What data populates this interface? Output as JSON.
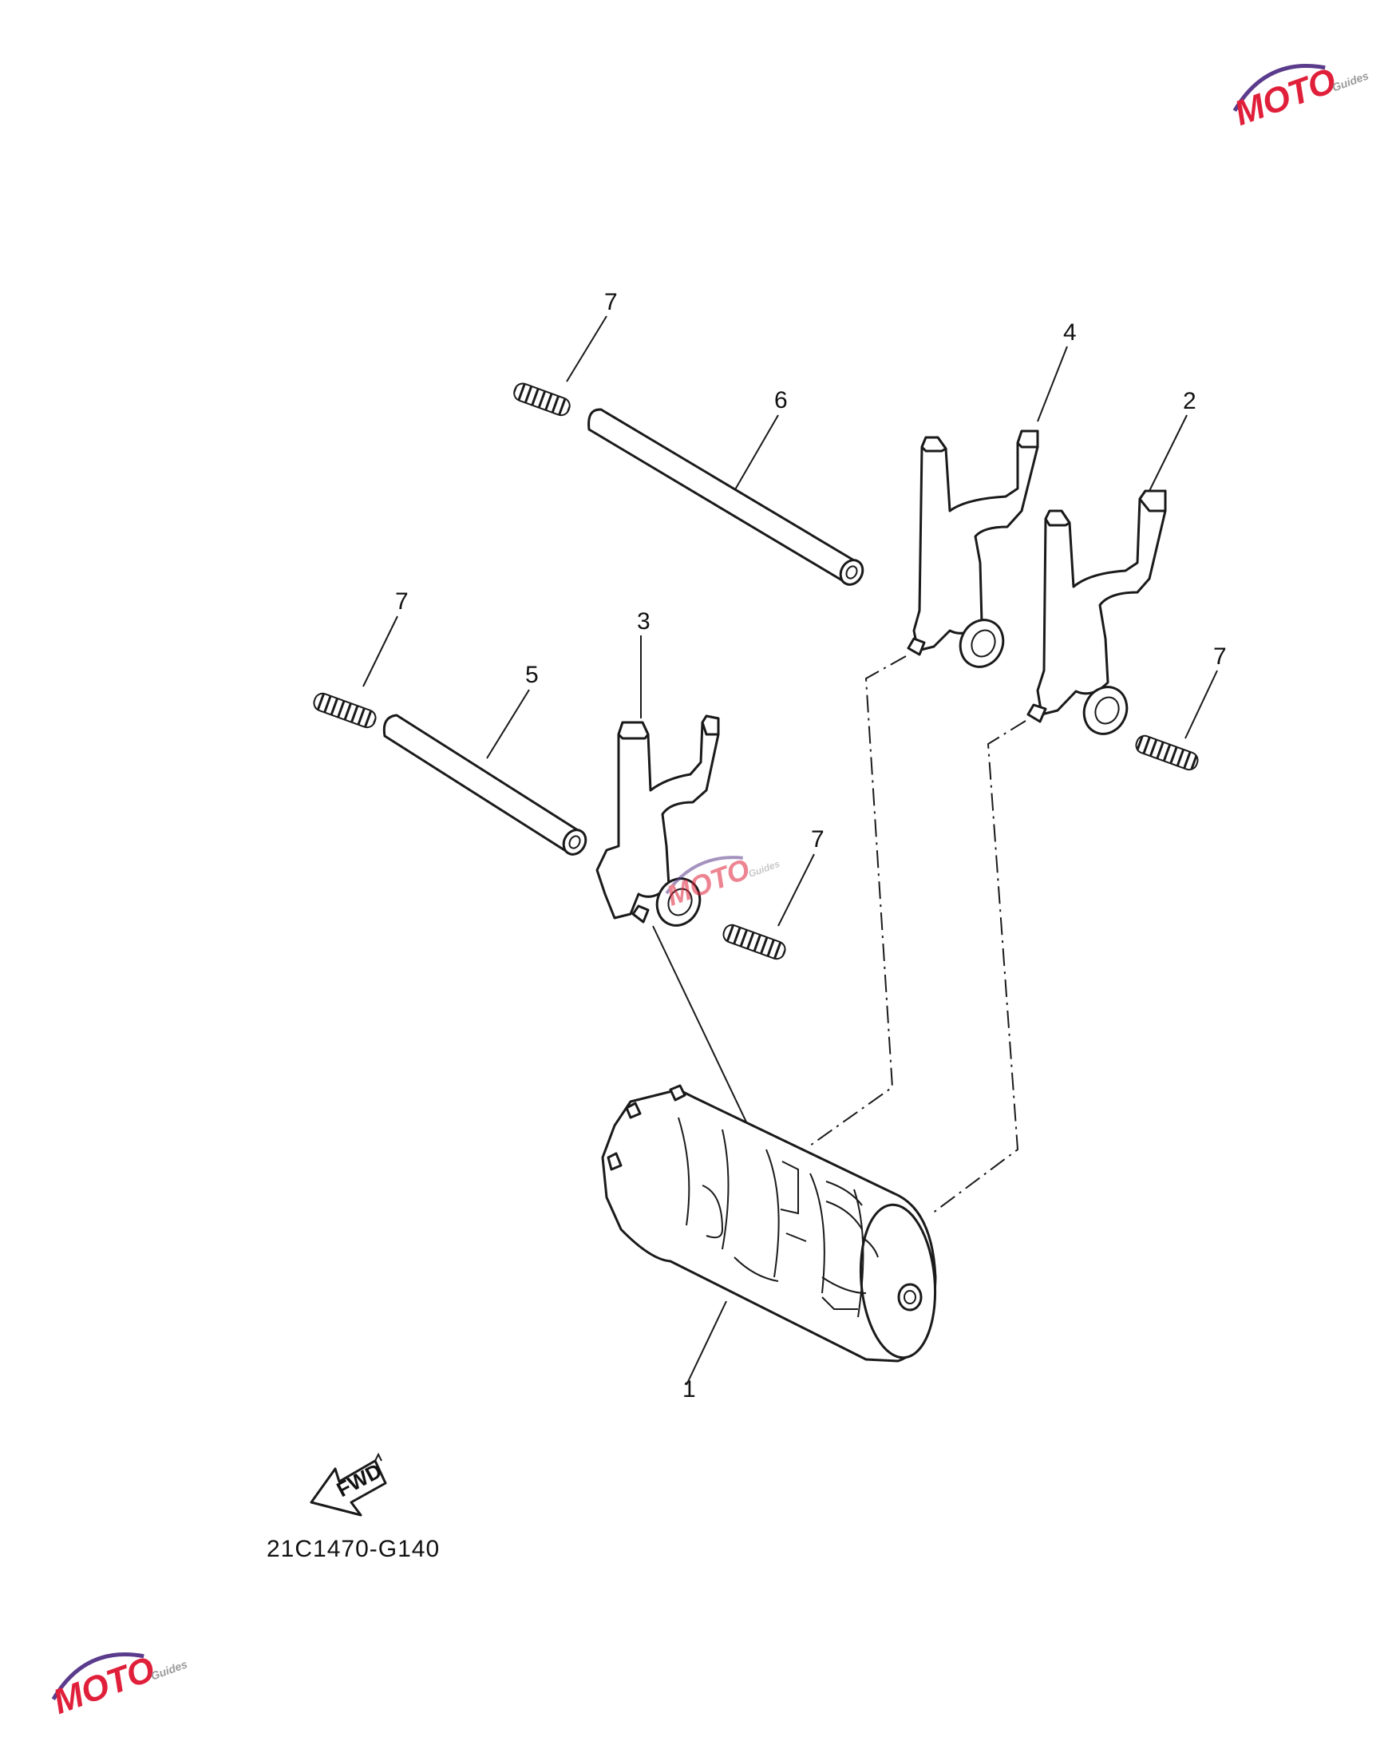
{
  "diagram": {
    "code": "21C1470-G140",
    "direction_label": "FWD",
    "callouts": {
      "c1": "1",
      "c2": "2",
      "c3": "3",
      "c4": "4",
      "c5": "5",
      "c6": "6",
      "c7a": "7",
      "c7b": "7",
      "c7c": "7",
      "c7d": "7"
    }
  },
  "watermark": {
    "brand": "MOTO",
    "tagline": "Guides",
    "colors": {
      "red": "#e0203a",
      "purple": "#5a3b8c",
      "gray": "#9a9a9a"
    }
  }
}
